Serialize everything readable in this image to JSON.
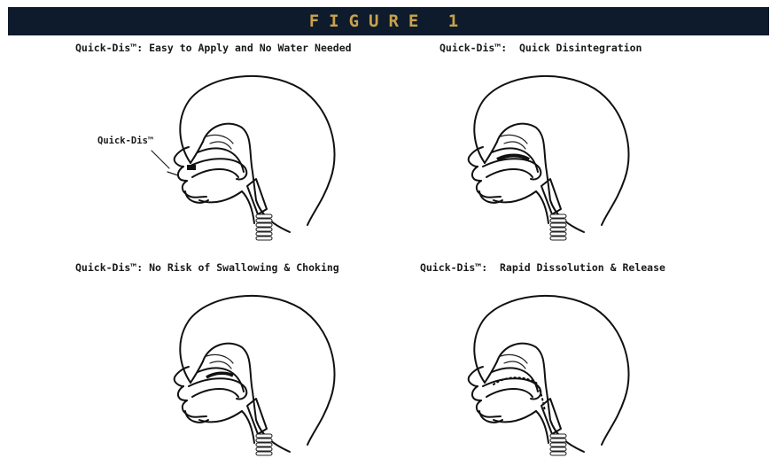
{
  "figure": {
    "title": "FIGURE 1",
    "header_bg": "#0e1b2d",
    "header_text_color": "#c9a24a"
  },
  "panels": [
    {
      "title": "Quick-Dis™: Easy to Apply and No Water Needed",
      "callout": "Quick-Dis™",
      "icon": "head-profile-strip-on-lip"
    },
    {
      "title": "Quick-Dis™:  Quick Disintegration",
      "icon": "head-profile-strip-on-palate"
    },
    {
      "title": "Quick-Dis™: No Risk of Swallowing & Choking",
      "icon": "head-profile-strip-adhered"
    },
    {
      "title": "Quick-Dis™:  Rapid Dissolution & Release",
      "icon": "head-profile-dissolution-dots"
    }
  ]
}
